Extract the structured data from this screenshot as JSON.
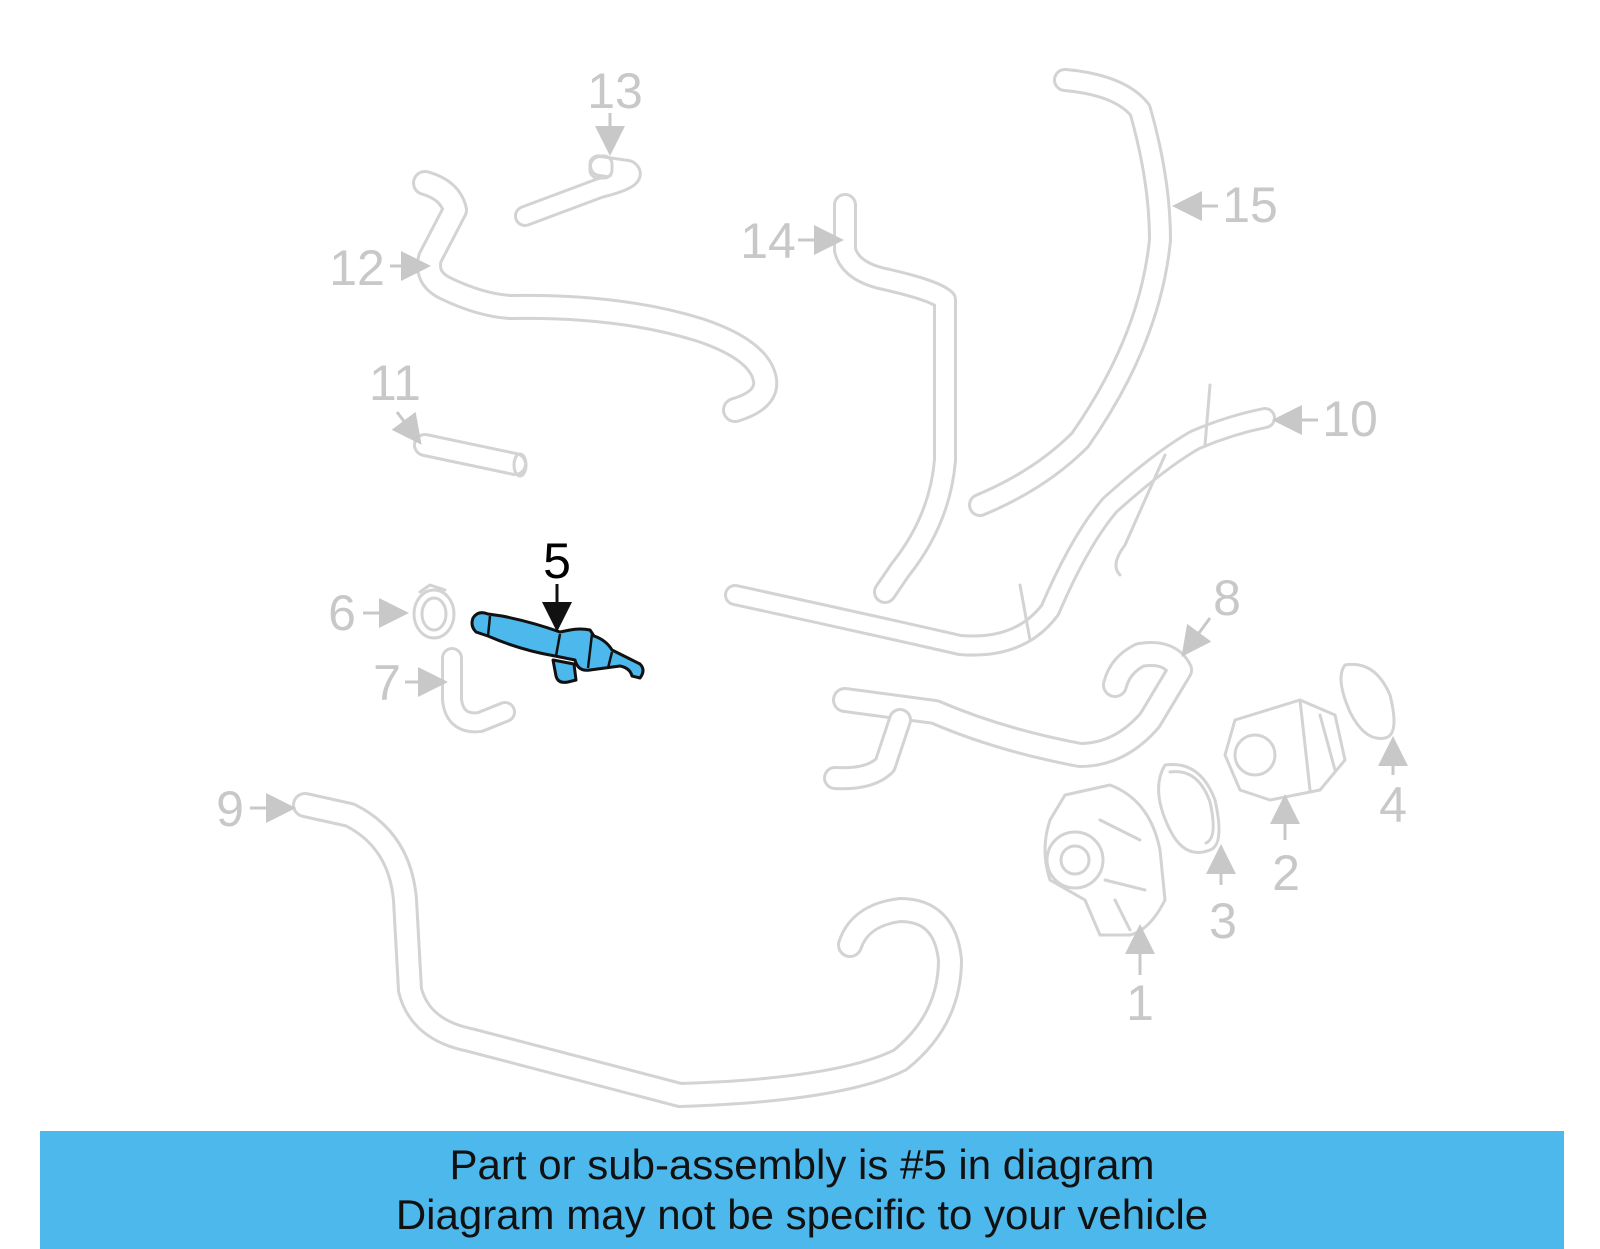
{
  "diagram": {
    "callouts": [
      "1",
      "2",
      "3",
      "4",
      "5",
      "6",
      "7",
      "8",
      "9",
      "10",
      "11",
      "12",
      "13",
      "14",
      "15"
    ],
    "highlighted_part": "5",
    "highlight_color": "#4db8ec"
  },
  "banner": {
    "line1": "Part or sub-assembly is #5 in diagram",
    "line2": "Diagram may not be specific to your vehicle",
    "background": "#4db8ec"
  }
}
